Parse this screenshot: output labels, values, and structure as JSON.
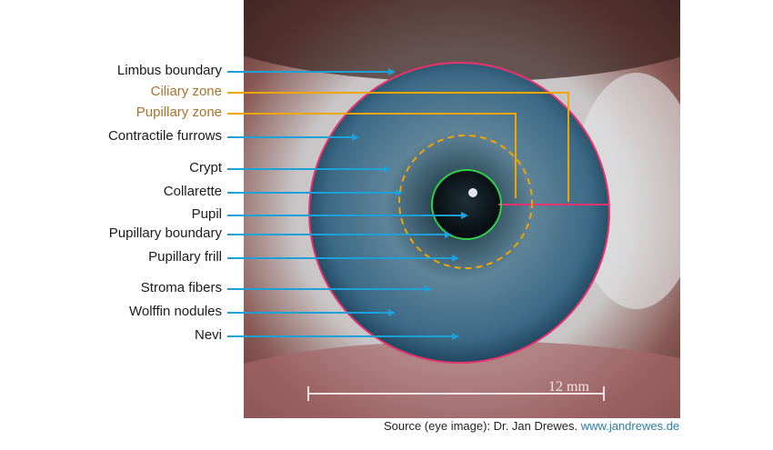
{
  "labels": [
    {
      "text": "Limbus boundary",
      "kind": "blue"
    },
    {
      "text": "Ciliary zone",
      "kind": "gold"
    },
    {
      "text": "Pupillary  zone",
      "kind": "gold"
    },
    {
      "text": "Contractile furrows",
      "kind": "blue"
    },
    {
      "text": "Crypt",
      "kind": "blue"
    },
    {
      "text": "Collarette",
      "kind": "blue"
    },
    {
      "text": "Pupil",
      "kind": "blue"
    },
    {
      "text": "Pupillary  boundary",
      "kind": "blue"
    },
    {
      "text": "Pupillary  frill",
      "kind": "blue"
    },
    {
      "text": "Stroma fibers",
      "kind": "blue"
    },
    {
      "text": "Wolffin nodules",
      "kind": "blue"
    },
    {
      "text": "Nevi",
      "kind": "blue"
    }
  ],
  "scale_bar": "12 mm",
  "source": {
    "prefix": "Source (eye image): Dr. Jan Drewes.",
    "link": "www.jandrewes.de"
  },
  "colors": {
    "blue": "#1ea0d8",
    "gold": "#f0a500",
    "limbus": "#e8336e",
    "pupil_ring": "#2fd24a"
  }
}
